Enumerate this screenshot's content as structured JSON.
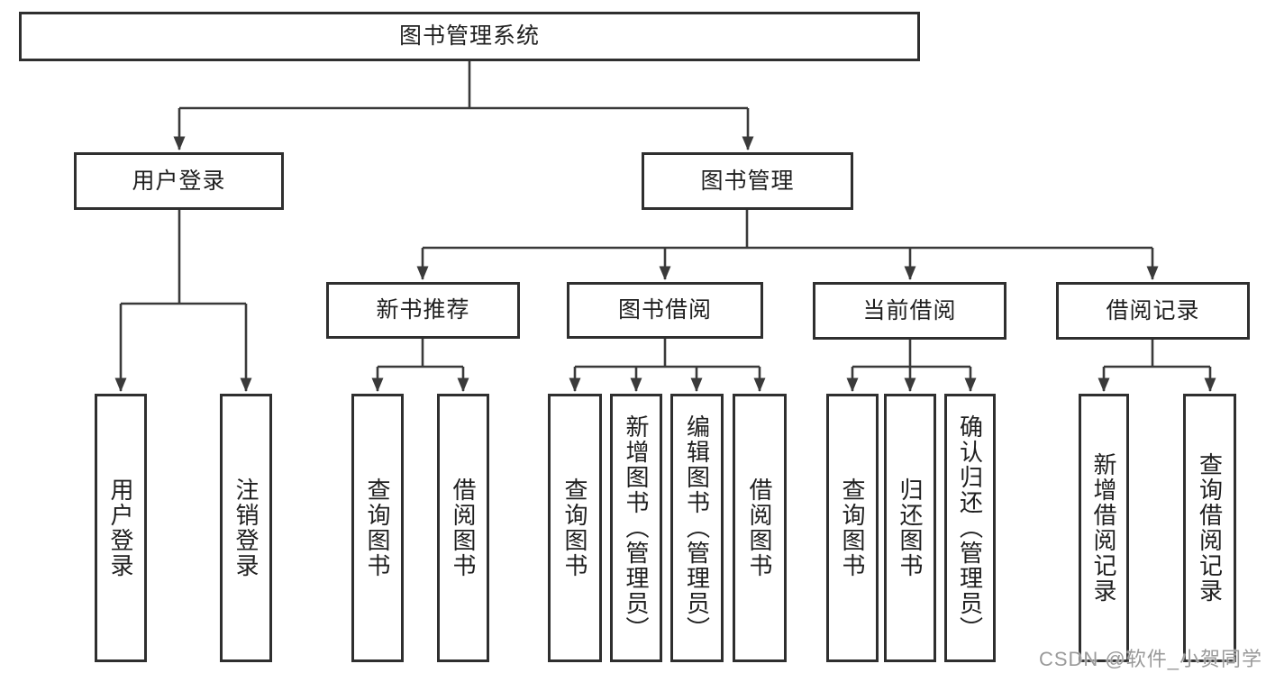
{
  "colors": {
    "line": "#3a3a3a",
    "box_border": "#2f2f2f",
    "box_fill": "#ffffff",
    "text": "#1f1f1f",
    "watermark": "#9a9a9a",
    "background": "#ffffff"
  },
  "tree": {
    "root": {
      "label": "图书管理系统",
      "children": [
        {
          "label": "用户登录",
          "children": [
            {
              "label": "用户登录"
            },
            {
              "label": "注销登录"
            }
          ]
        },
        {
          "label": "图书管理",
          "children": [
            {
              "label": "新书推荐",
              "children": [
                {
                  "label": "查询图书"
                },
                {
                  "label": "借阅图书"
                }
              ]
            },
            {
              "label": "图书借阅",
              "children": [
                {
                  "label": "查询图书"
                },
                {
                  "label": "新增图书（管理员）"
                },
                {
                  "label": "编辑图书（管理员）"
                },
                {
                  "label": "借阅图书"
                }
              ]
            },
            {
              "label": "当前借阅",
              "children": [
                {
                  "label": "查询图书"
                },
                {
                  "label": "归还图书"
                },
                {
                  "label": "确认归还（管理员）"
                }
              ]
            },
            {
              "label": "借阅记录",
              "children": [
                {
                  "label": "新增借阅记录"
                },
                {
                  "label": "查询借阅记录"
                }
              ]
            }
          ]
        }
      ]
    }
  },
  "watermark": {
    "text": "CSDN @软件_小贺同学"
  }
}
